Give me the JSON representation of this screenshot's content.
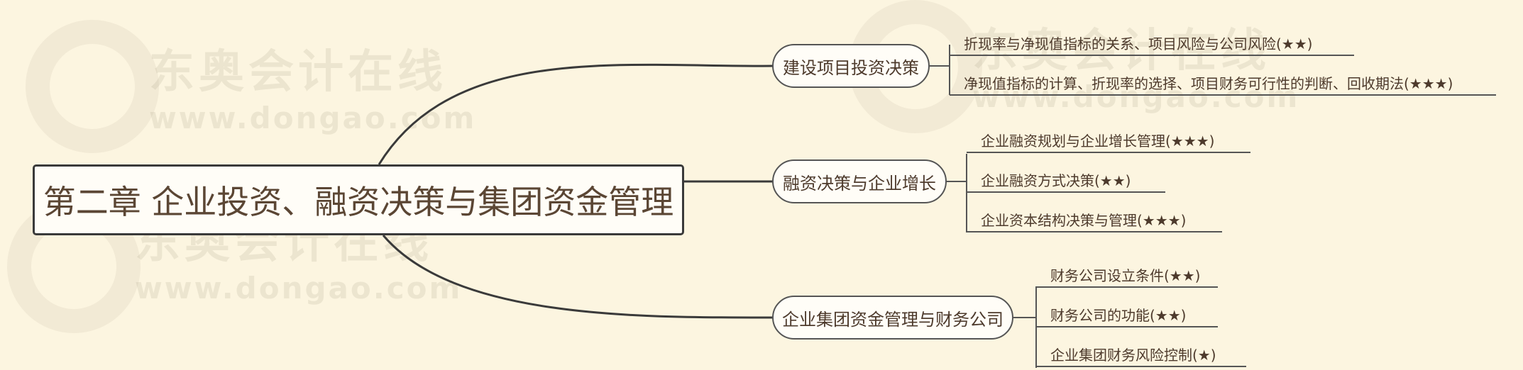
{
  "watermark": {
    "brand": "东奥会计在线",
    "url": "www.dongao.com"
  },
  "root": {
    "title": "第二章  企业投资、融资决策与集团资金管理"
  },
  "branches": [
    {
      "label": "建设项目投资决策",
      "leaves": [
        "折现率与净现值指标的关系、项目风险与公司风险(★★)",
        "净现值指标的计算、折现率的选择、项目财务可行性的判断、回收期法(★★★)"
      ]
    },
    {
      "label": "融资决策与企业增长",
      "leaves": [
        "企业融资规划与企业增长管理(★★★)",
        "企业融资方式决策(★★)",
        "企业资本结构决策与管理(★★★)"
      ]
    },
    {
      "label": "企业集团资金管理与财务公司",
      "leaves": [
        "财务公司设立条件(★★)",
        "财务公司的功能(★★)",
        "企业集团财务风险控制(★)"
      ]
    }
  ],
  "colors": {
    "background": "#fcf5e0",
    "line": "#3a3a3a",
    "text": "#4d3a2c"
  }
}
